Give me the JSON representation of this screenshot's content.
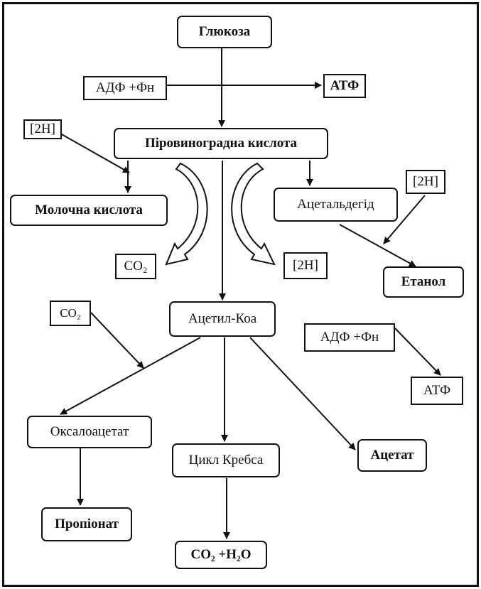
{
  "diagram": {
    "nodes": {
      "glucose": "Глюкоза",
      "adp_fn_top": "АДФ +Фн",
      "atp_top": "АТФ",
      "h2_left": "[2H]",
      "pyruvic_acid": "Піровиноградна кислота",
      "lactic_acid": "Молочна кислота",
      "acetaldehyde": "Ацетальдегід",
      "h2_right": "[2H]",
      "co2_mid": "CO₂",
      "h2_mid": "[2H]",
      "ethanol": "Етанол",
      "co2_left": "CO₂",
      "acetyl_coa": "Ацетил-Коа",
      "adp_fn_right": "АДФ +Фн",
      "atp_right": "АТФ",
      "oxaloacetate": "Оксалоацетат",
      "krebs_cycle": "Цикл Кребса",
      "acetate": "Ацетат",
      "propionate": "Пропіонат",
      "co2_h2o": "CO₂ +H₂O"
    }
  }
}
